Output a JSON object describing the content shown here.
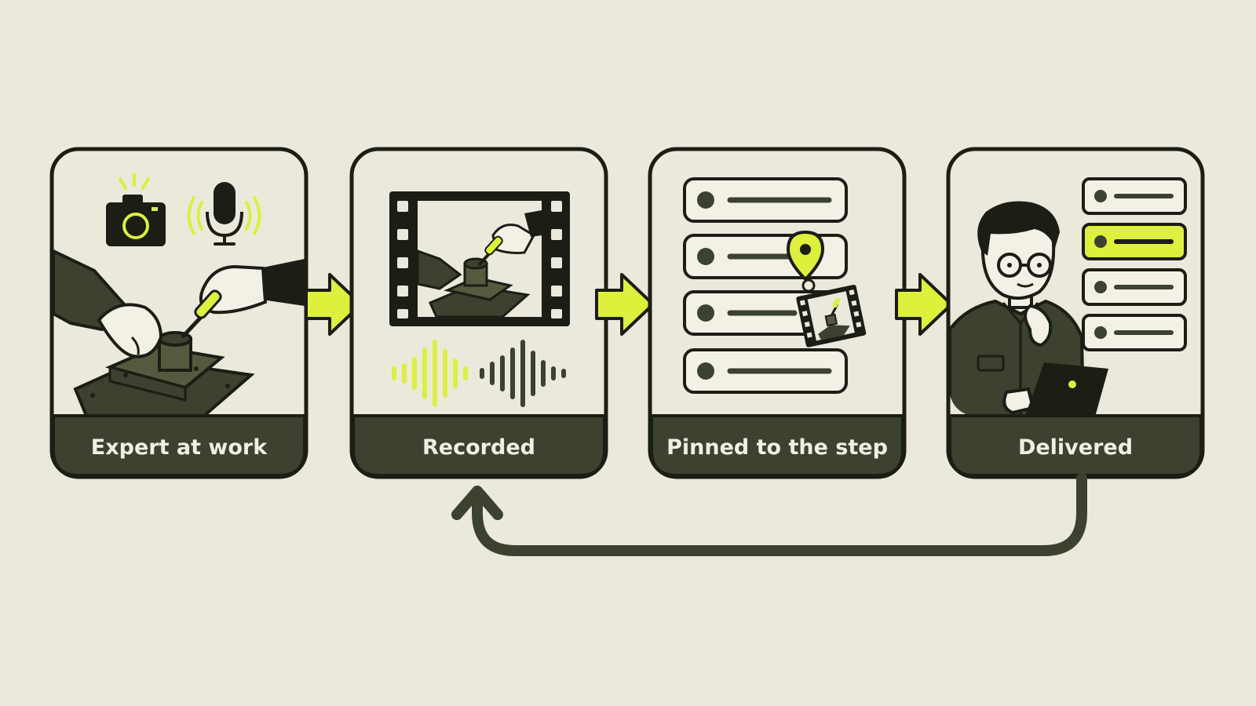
{
  "colors": {
    "background": "#ebe9dc",
    "ink": "#1c1d15",
    "olive_dark": "#3c4130",
    "olive": "#555a3e",
    "accent_lime": "#dcf03c",
    "card_fill": "#ebe9dc",
    "line_item_fill": "#f3f1e6"
  },
  "steps": [
    {
      "label": "Expert at work"
    },
    {
      "label": "Recorded"
    },
    {
      "label": "Pinned to the step"
    },
    {
      "label": "Delivered"
    }
  ],
  "loop_arrow": {
    "from": "Delivered",
    "to": "Recorded"
  }
}
